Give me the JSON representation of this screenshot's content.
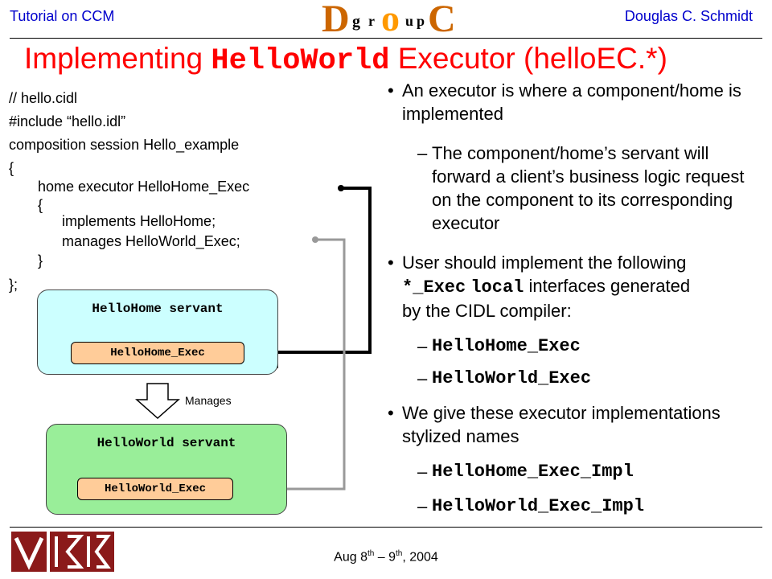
{
  "header": {
    "left": "Tutorial on CCM",
    "right": "Douglas C. Schmidt"
  },
  "logo": {
    "letters": [
      "D",
      "g",
      "r",
      "o",
      "u",
      "p",
      "C"
    ]
  },
  "title": {
    "pre": "Implementing ",
    "mono": "HelloWorld",
    "post": " Executor (helloEC.*)"
  },
  "code": [
    "// hello.cidl",
    "#include “hello.idl”",
    "composition session Hello_example",
    "{",
    "home executor HelloHome_Exec",
    "{",
    "implements HelloHome;",
    "manages HelloWorld_Exec;",
    "}",
    "};"
  ],
  "diagram": {
    "home_servant": "HelloHome servant",
    "home_exec": "HelloHome_Exec",
    "manages": "Manages",
    "world_servant": "HelloWorld servant",
    "world_exec": "HelloWorld_Exec",
    "colors": {
      "home_box": "#ccffff",
      "world_box": "#99ee99",
      "exec": "#ffcc99",
      "black_arrow": "#000000",
      "gray_arrow": "#999999"
    }
  },
  "bullets": {
    "b1": "An executor is where a component/home is implemented",
    "b1_sub": "The component/home’s servant will forward a client’s business logic request on the component to its corresponding executor",
    "b2_pre": "User should implement the following",
    "b2_mono1": "*_Exec",
    "b2_mono2": "local",
    "b2_post1": "interfaces generated",
    "b2_post2": "by the CIDL compiler:",
    "b2_items": [
      "HelloHome_Exec",
      "HelloWorld_Exec"
    ],
    "b3": "We give these executor implementations stylized names",
    "b3_items": [
      "HelloHome_Exec_Impl",
      "HelloWorld_Exec_Impl"
    ],
    "bullet_mark": "•",
    "dash": "–"
  },
  "footer": {
    "date_pre": "Aug 8",
    "sup1": "th",
    "date_mid": " – 9",
    "sup2": "th",
    "date_post": ", 2004"
  }
}
